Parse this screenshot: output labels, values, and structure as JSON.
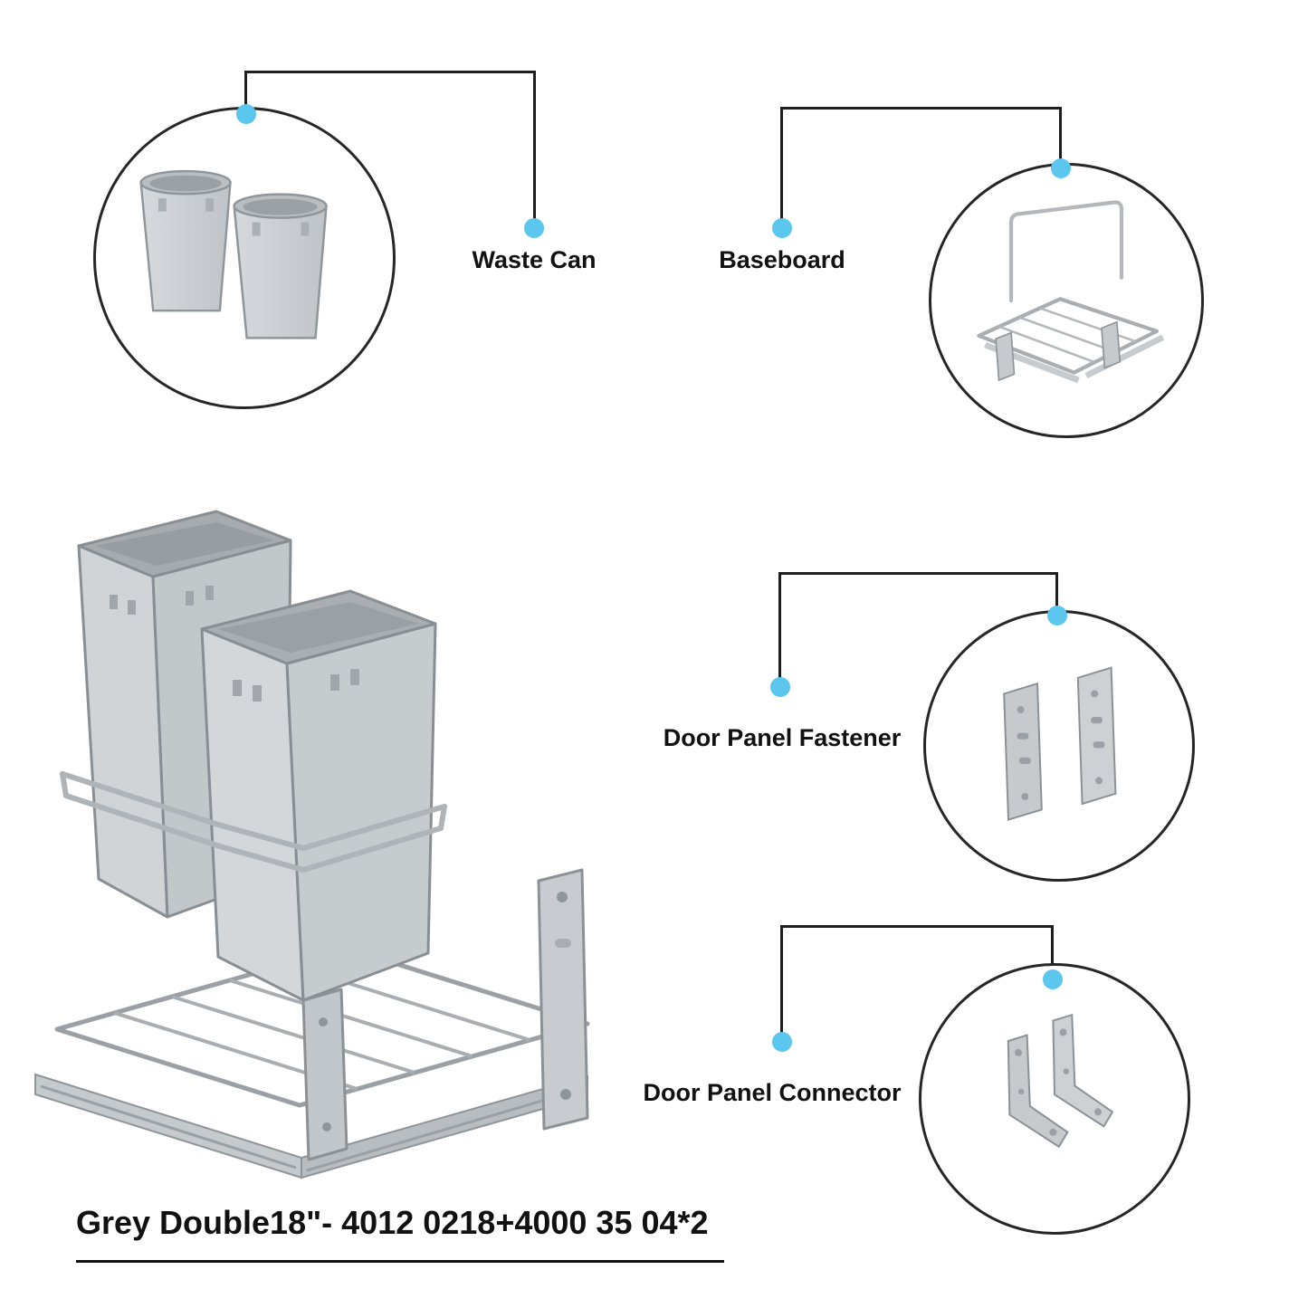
{
  "colors": {
    "accent_dot": "#5bc6ee",
    "callout_line": "#1e1e1e",
    "circle_outline": "#262626",
    "text": "#111111",
    "part_grey_light": "#d3d7da",
    "part_grey": "#c3c8cc",
    "part_grey_dark": "#a6abaf",
    "wire_grey": "#a8aeb2"
  },
  "callouts": [
    {
      "label": "Waste Can",
      "icon": "double-waste-can-icon"
    },
    {
      "label": "Baseboard",
      "icon": "baseboard-rack-icon"
    },
    {
      "label": "Door Panel Fastener",
      "icon": "door-panel-fastener-icon"
    },
    {
      "label": "Door Panel Connector",
      "icon": "door-panel-connector-icon"
    }
  ],
  "main_illustration": {
    "name": "pullout-double-waste-can"
  },
  "caption": "Grey Double18\"- 4012 0218+4000 35 04*2"
}
